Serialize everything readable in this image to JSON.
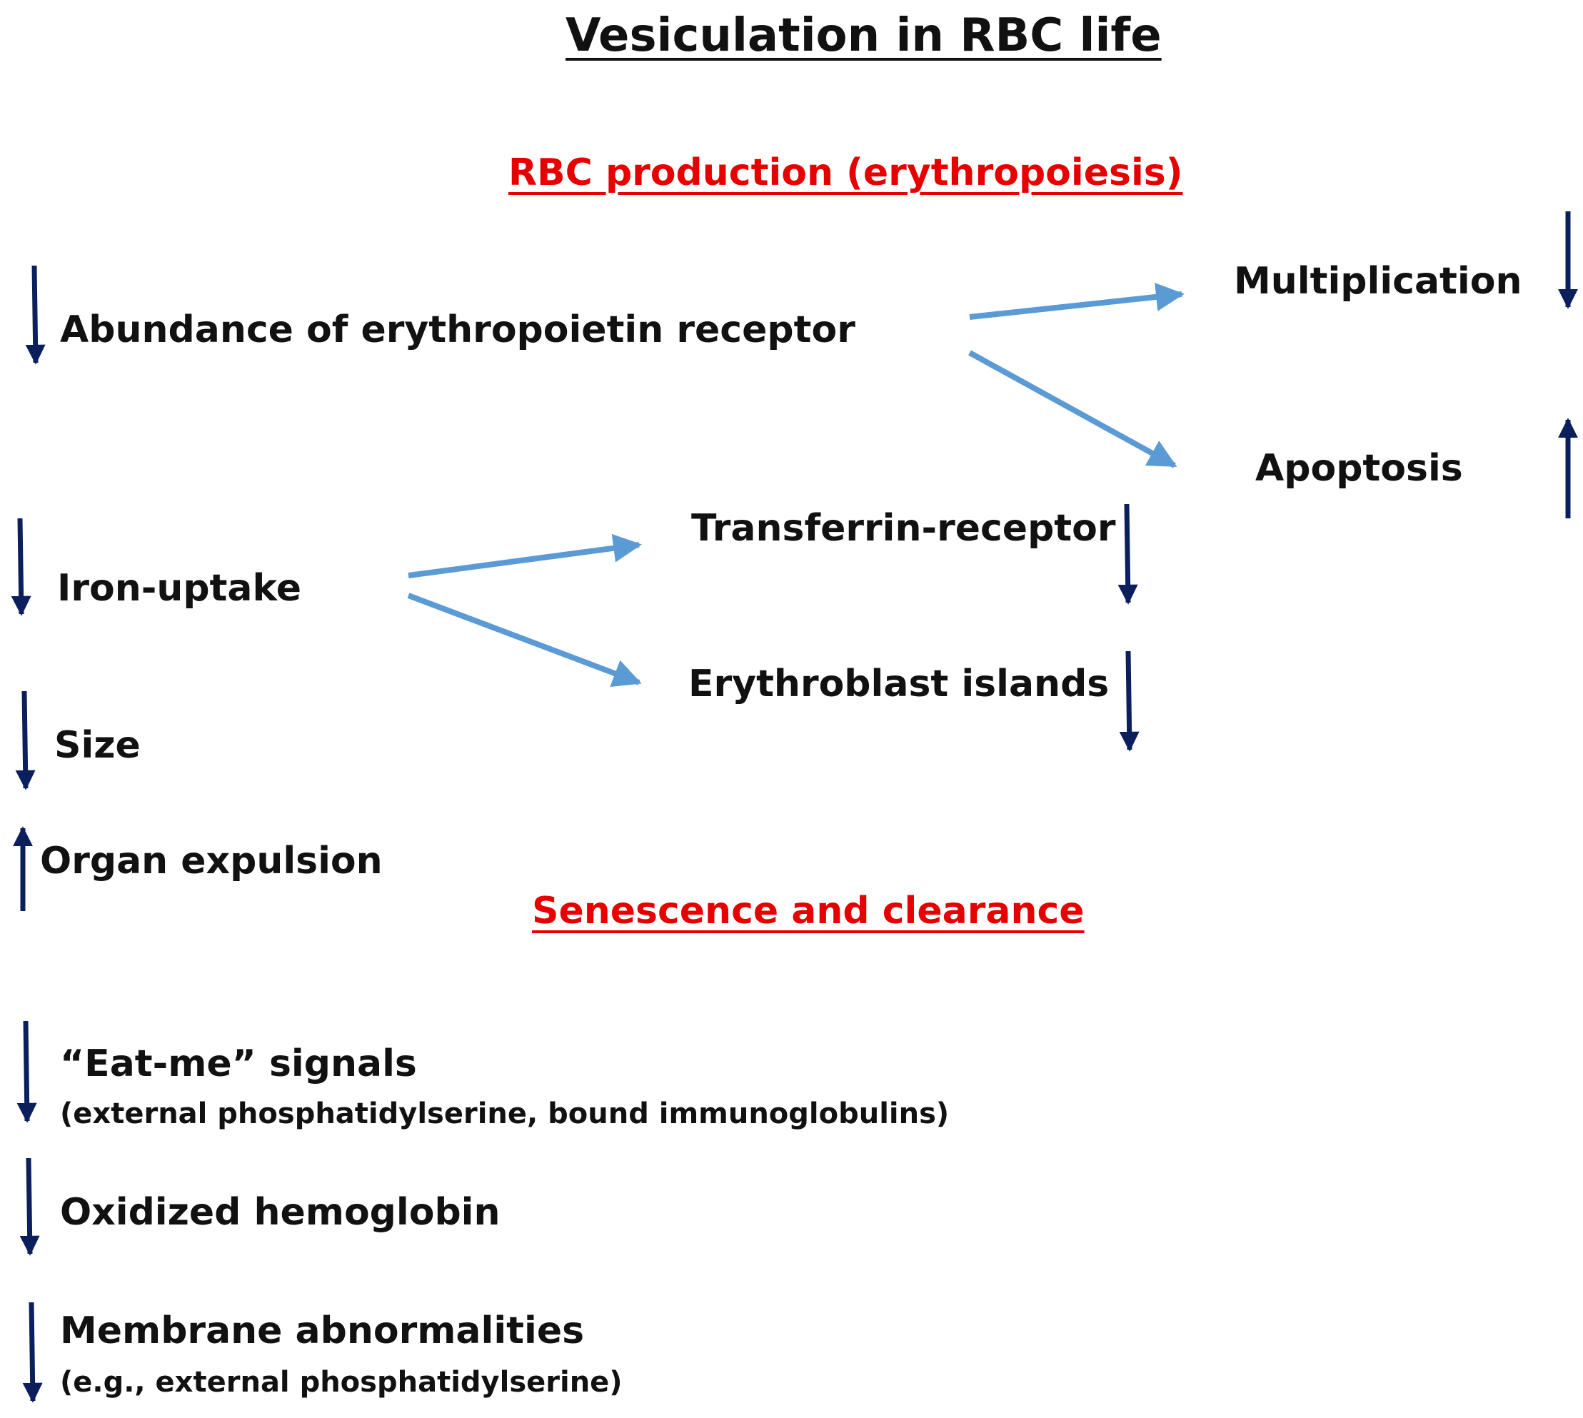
{
  "title": "Vesiculation in RBC life",
  "sections": {
    "production": "RBC production (erythropoiesis)",
    "senescence": "Senescence and clearance"
  },
  "items": {
    "epo_receptor": "Abundance of erythropoietin receptor",
    "multiplication": "Multiplication",
    "apoptosis": "Apoptosis",
    "transferrin": "Transferrin-receptor",
    "iron_uptake": "Iron-uptake",
    "erythroblast": "Erythroblast islands",
    "size": "Size",
    "organ_expulsion": "Organ expulsion",
    "eat_me": "“Eat-me” signals",
    "eat_me_detail": "(external phosphatidylserine, bound immunoglobulins)",
    "oxidized": "Oxidized hemoglobin",
    "membrane": "Membrane abnormalities",
    "membrane_detail": "(e.g., external phosphatidylserine)"
  },
  "colors": {
    "indicator_arrow": "#0b1f5c",
    "flow_arrow": "#5b9bd5",
    "section_heading": "#e60000",
    "text": "#111111"
  }
}
